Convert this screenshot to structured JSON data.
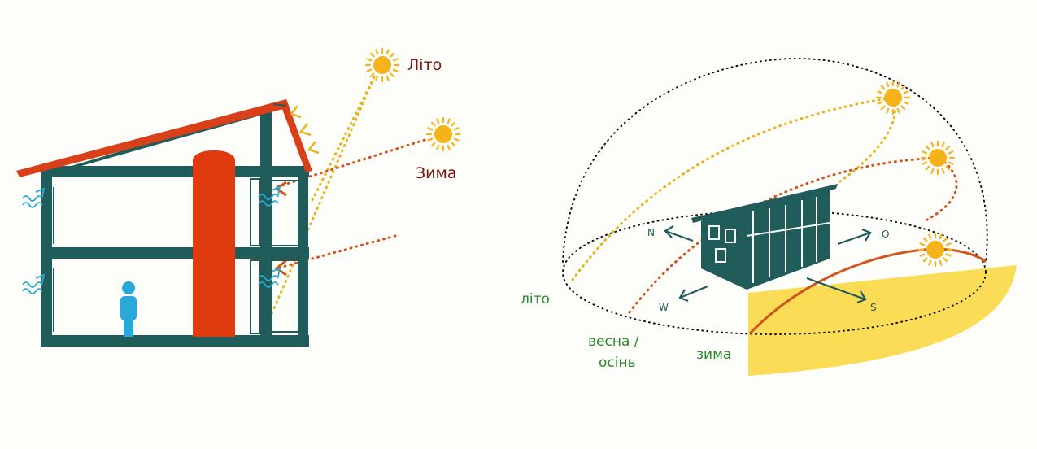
{
  "left_diagram": {
    "summer_label": "Літо",
    "winter_label": "Зима"
  },
  "right_diagram": {
    "season_labels": {
      "summer": "літо",
      "spring_autumn_line1": "весна /",
      "spring_autumn_line2": "осінь",
      "winter": "зима"
    },
    "compass": {
      "north": "N",
      "east": "O",
      "south": "S",
      "west": "W"
    }
  },
  "colors": {
    "house_frame": "#1f5c5a",
    "roof_red": "#d9401a",
    "storage_tank": "#e03a10",
    "summer_ray": "#e9b21a",
    "winter_ray": "#d2541d",
    "sun": "#f5b21a",
    "ground": "#fbdc56",
    "person": "#2aa9d8",
    "label_dark_red": "#7a1412",
    "label_green": "#2a8a2a"
  }
}
